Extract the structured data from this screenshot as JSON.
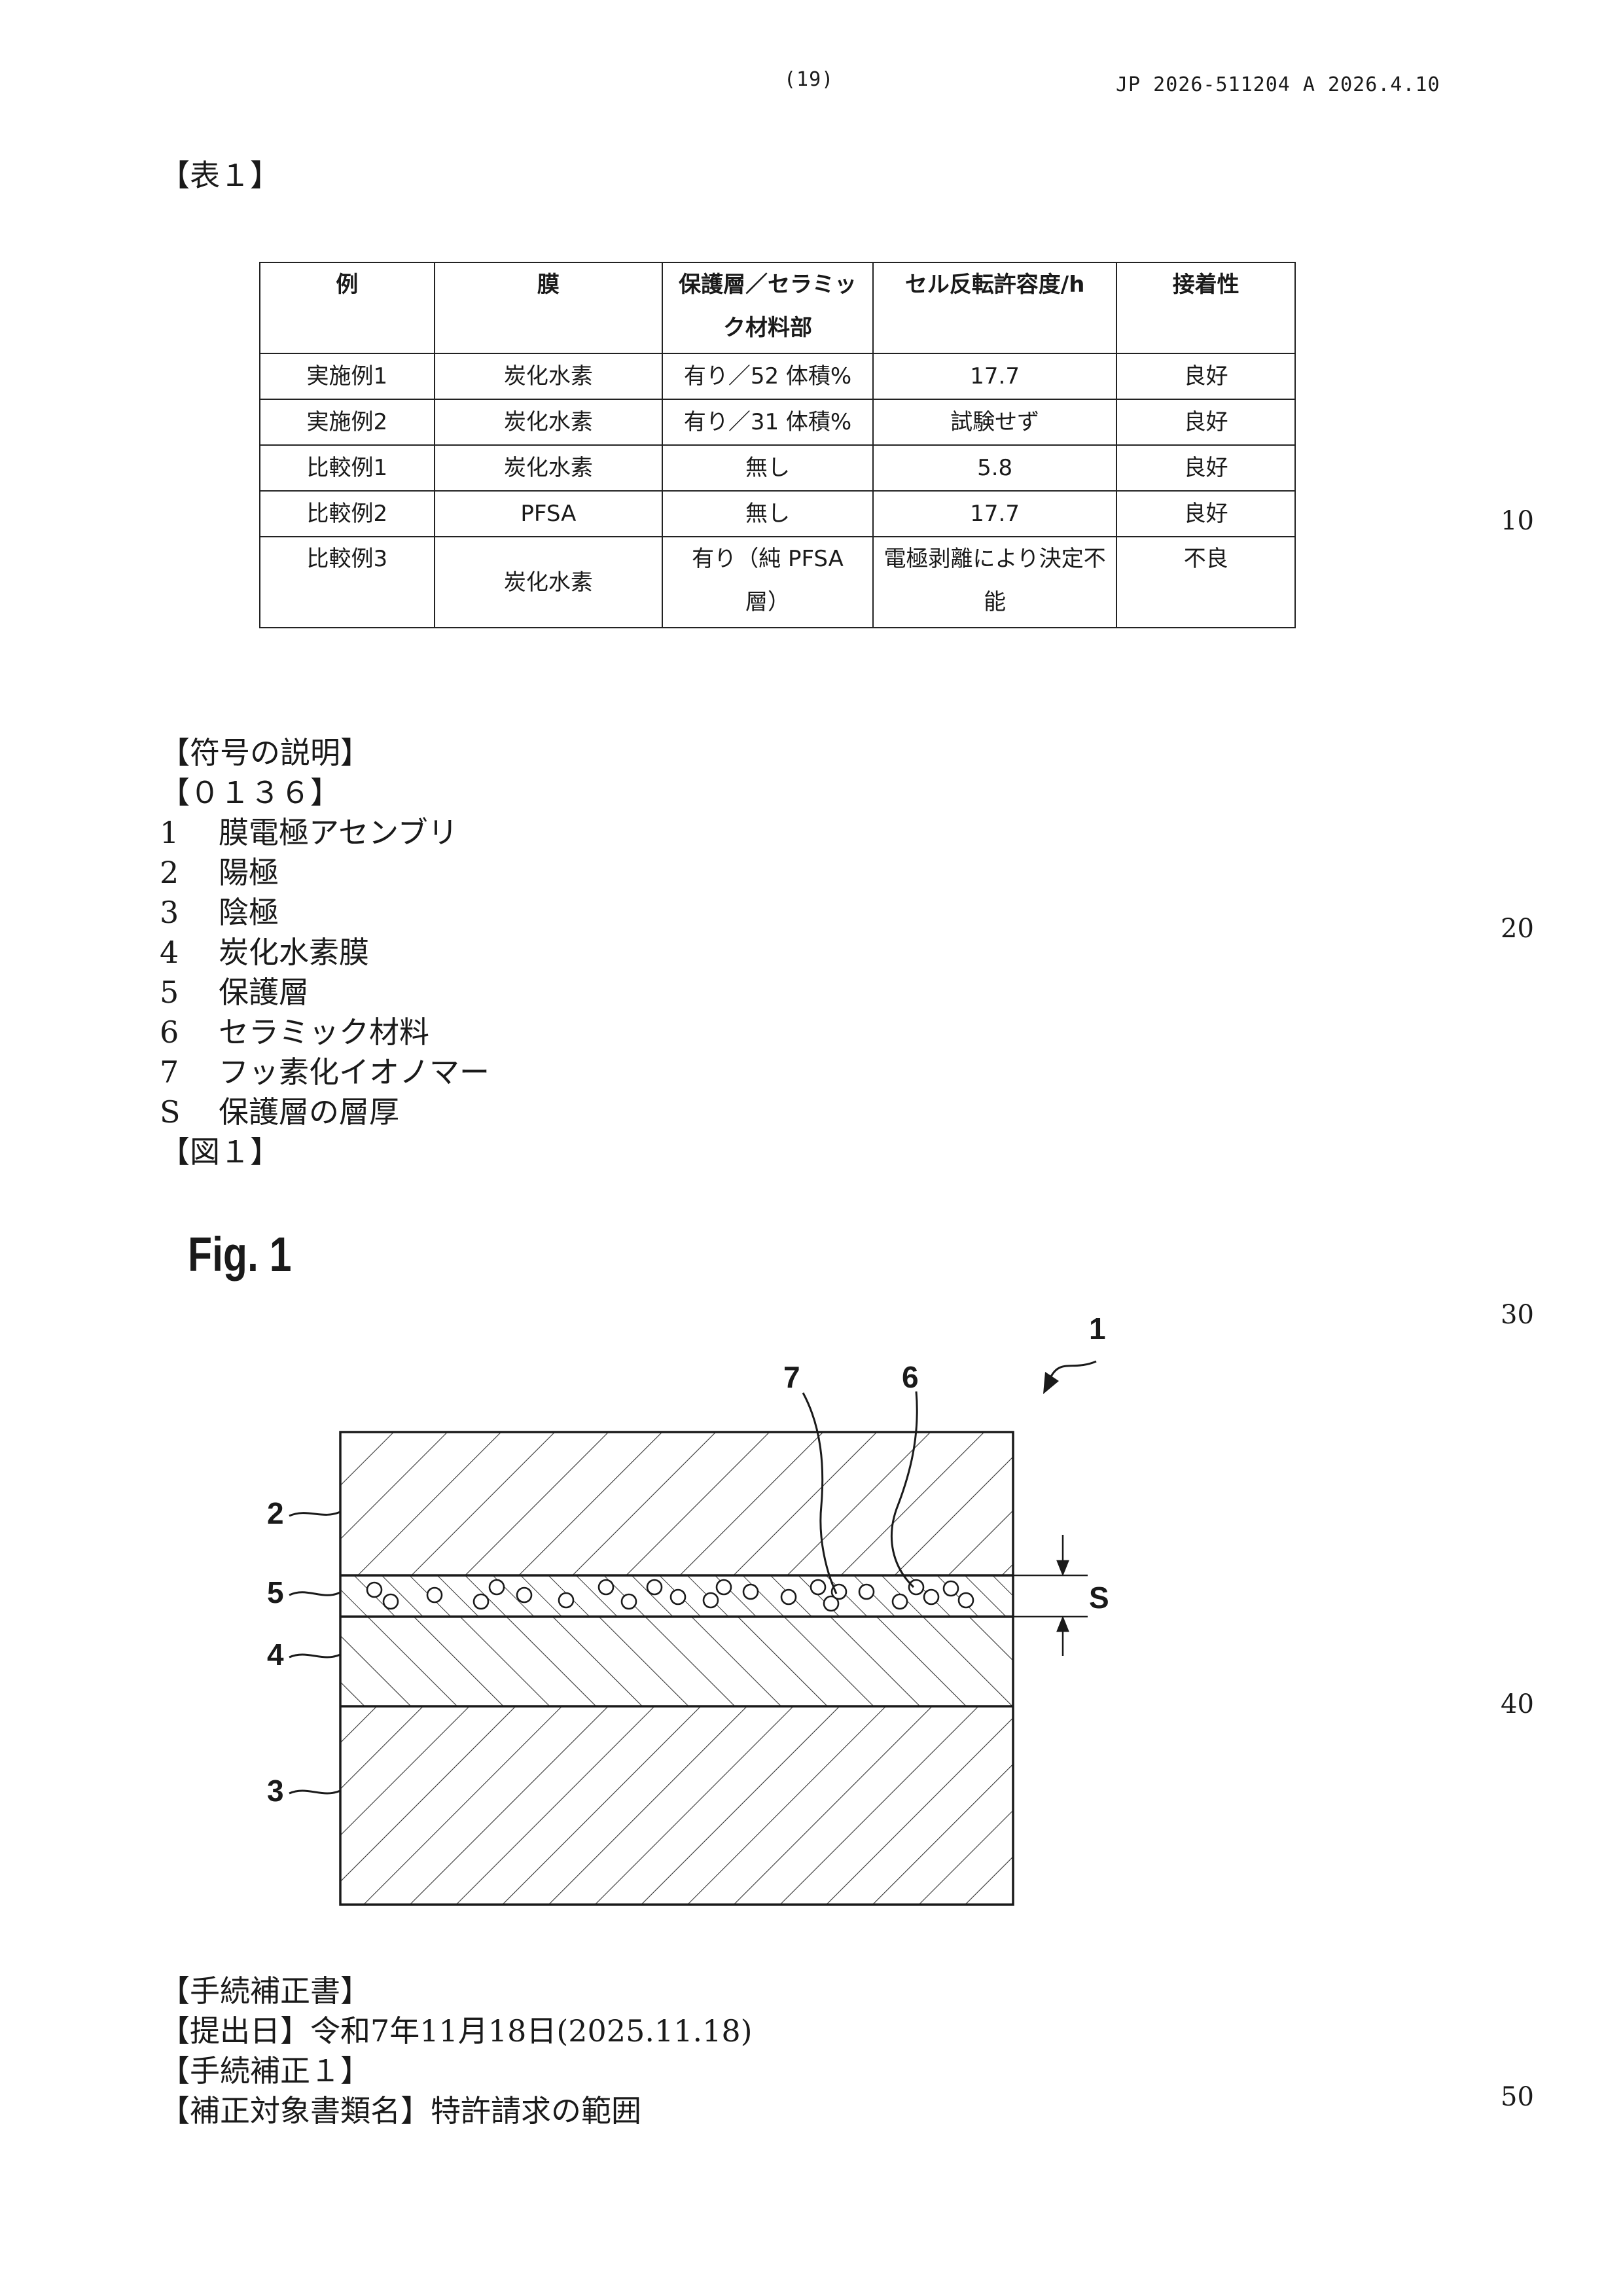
{
  "header": {
    "page_number": "(19)",
    "publication": "JP  2026-511204  A  2026.4.10"
  },
  "table_heading": "【表１】",
  "table": {
    "headers": [
      "例",
      "膜",
      "保護層／セラミック材料部",
      "セル反転許容度/h",
      "接着性"
    ],
    "rows": [
      [
        "実施例1",
        "炭化水素",
        "有り／52 体積%",
        "17.7",
        "良好"
      ],
      [
        "実施例2",
        "炭化水素",
        "有り／31 体積%",
        "試験せず",
        "良好"
      ],
      [
        "比較例1",
        "炭化水素",
        "無し",
        "5.8",
        "良好"
      ],
      [
        "比較例2",
        "PFSA",
        "無し",
        "17.7",
        "良好"
      ],
      [
        "比較例3",
        "炭化水素",
        "有り（純 PFSA 層）",
        "電極剥離により決定不能",
        "不良"
      ]
    ]
  },
  "symbols": {
    "heading": "【符号の説明】",
    "paragraph": "【０１３６】",
    "items": [
      {
        "num": "1",
        "desc": "膜電極アセンブリ"
      },
      {
        "num": "2",
        "desc": "陽極"
      },
      {
        "num": "3",
        "desc": "陰極"
      },
      {
        "num": "4",
        "desc": "炭化水素膜"
      },
      {
        "num": "5",
        "desc": "保護層"
      },
      {
        "num": "6",
        "desc": "セラミック材料"
      },
      {
        "num": "7",
        "desc": "フッ素化イオノマー"
      },
      {
        "num": "S",
        "desc": "保護層の層厚"
      }
    ]
  },
  "figure_heading": "【図１】",
  "figure": {
    "title": "Fig. 1",
    "labels": {
      "l1": "1",
      "l2": "2",
      "l3": "3",
      "l4": "4",
      "l5": "5",
      "l6": "6",
      "l7": "7",
      "lS": "S"
    }
  },
  "amendment": {
    "lines": [
      "【手続補正書】",
      "【提出日】令和7年11月18日(2025.11.18)",
      "【手続補正１】",
      "【補正対象書類名】特許請求の範囲"
    ]
  },
  "line_numbers": [
    "10",
    "20",
    "30",
    "40",
    "50"
  ]
}
